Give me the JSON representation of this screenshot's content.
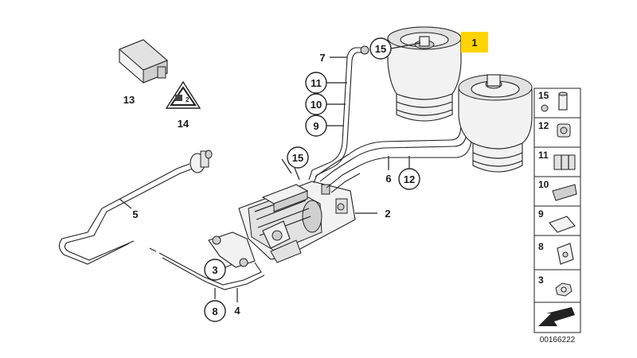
{
  "labels": {
    "part1": "1",
    "part2": "2",
    "part3": "3",
    "part4": "4",
    "part5": "5",
    "part6": "6",
    "part7": "7",
    "part8": "8",
    "part9": "9",
    "part10": "10",
    "part11": "11",
    "part12": "12",
    "part13": "13",
    "part14": "14",
    "part15_top": "15",
    "part15_mid": "15"
  },
  "legend": [
    "15",
    "12",
    "11",
    "10",
    "9",
    "8",
    "3"
  ],
  "diagram_code": "00166222",
  "colors": {
    "highlight": "#FFD400",
    "line": "#222222"
  }
}
